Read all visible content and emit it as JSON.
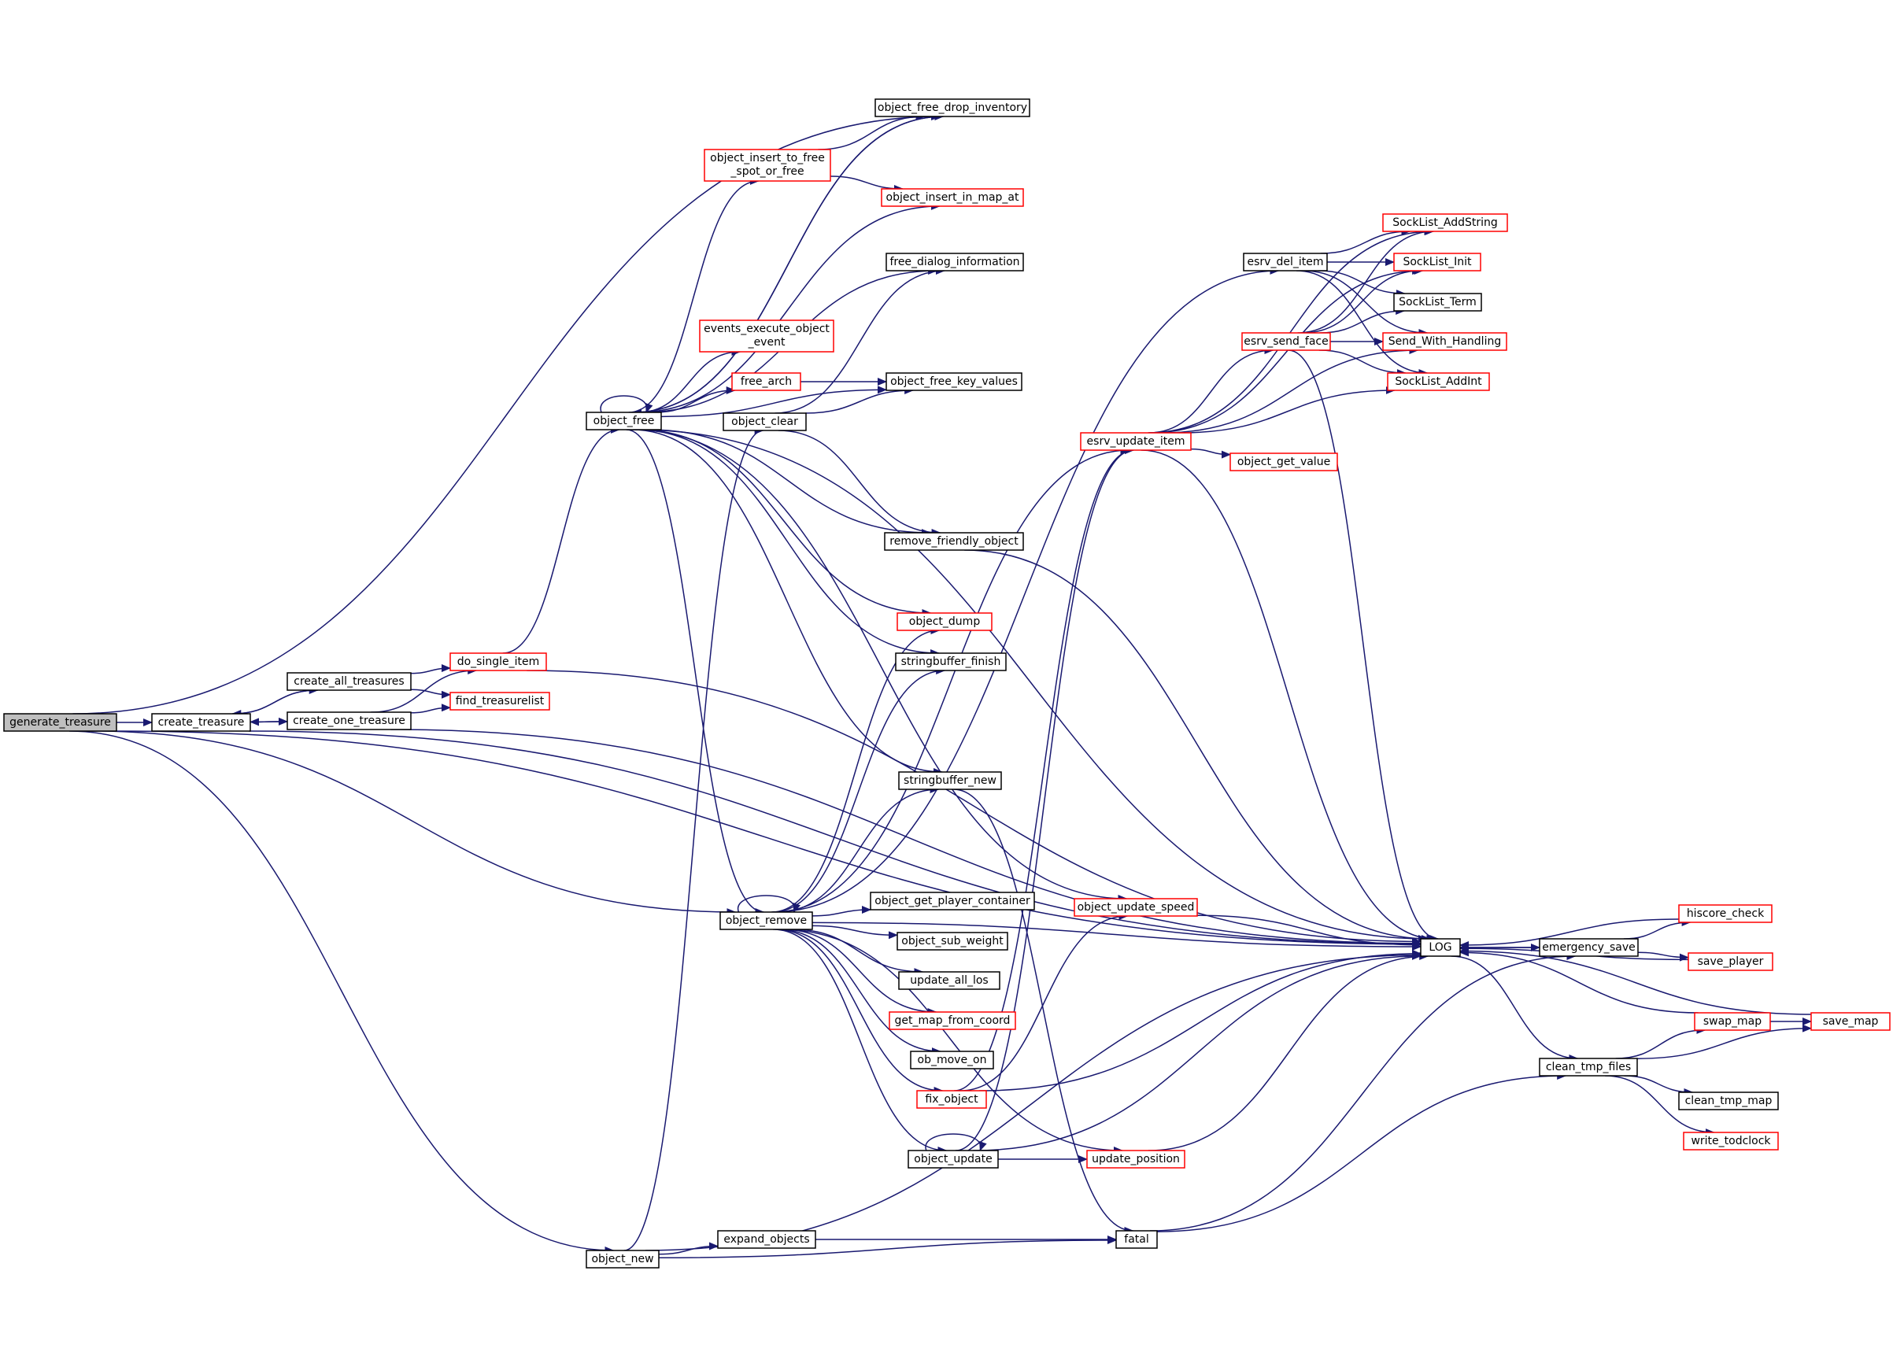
{
  "colors": {
    "edge": "#191970",
    "node_normal_border": "#000000",
    "node_truncated_border": "#ff0000",
    "root_fill": "#bfbfbf",
    "node_fill": "#ffffff"
  },
  "nodes": [
    {
      "id": "generate_treasure",
      "label": "generate_treasure",
      "style": "root"
    },
    {
      "id": "create_treasure",
      "label": "create_treasure",
      "style": "normal"
    },
    {
      "id": "create_all_treasures",
      "label": "create_all_treasures",
      "style": "normal"
    },
    {
      "id": "create_one_treasure",
      "label": "create_one_treasure",
      "style": "normal"
    },
    {
      "id": "do_single_item",
      "label": "do_single_item",
      "style": "truncated"
    },
    {
      "id": "find_treasurelist",
      "label": "find_treasurelist",
      "style": "truncated"
    },
    {
      "id": "object_free",
      "label": "object_free",
      "style": "normal"
    },
    {
      "id": "object_remove",
      "label": "object_remove",
      "style": "normal"
    },
    {
      "id": "object_new",
      "label": "object_new",
      "style": "normal"
    },
    {
      "id": "object_free_drop_inventory",
      "label": "object_free_drop_inventory",
      "style": "normal"
    },
    {
      "id": "object_insert_to_free_spot_or_free",
      "label": [
        "object_insert_to_free",
        "_spot_or_free"
      ],
      "style": "truncated"
    },
    {
      "id": "object_insert_in_map_at",
      "label": "object_insert_in_map_at",
      "style": "truncated"
    },
    {
      "id": "free_dialog_information",
      "label": "free_dialog_information",
      "style": "normal"
    },
    {
      "id": "events_execute_object_event",
      "label": [
        "events_execute_object",
        "_event"
      ],
      "style": "truncated"
    },
    {
      "id": "free_arch",
      "label": "free_arch",
      "style": "truncated"
    },
    {
      "id": "object_free_key_values",
      "label": "object_free_key_values",
      "style": "normal"
    },
    {
      "id": "object_clear",
      "label": "object_clear",
      "style": "normal"
    },
    {
      "id": "remove_friendly_object",
      "label": "remove_friendly_object",
      "style": "normal"
    },
    {
      "id": "object_dump",
      "label": "object_dump",
      "style": "truncated"
    },
    {
      "id": "stringbuffer_finish",
      "label": "stringbuffer_finish",
      "style": "normal"
    },
    {
      "id": "stringbuffer_new",
      "label": "stringbuffer_new",
      "style": "normal"
    },
    {
      "id": "object_get_player_container",
      "label": "object_get_player_container",
      "style": "normal"
    },
    {
      "id": "object_sub_weight",
      "label": "object_sub_weight",
      "style": "normal"
    },
    {
      "id": "update_all_los",
      "label": "update_all_los",
      "style": "normal"
    },
    {
      "id": "get_map_from_coord",
      "label": "get_map_from_coord",
      "style": "truncated"
    },
    {
      "id": "ob_move_on",
      "label": "ob_move_on",
      "style": "normal"
    },
    {
      "id": "fix_object",
      "label": "fix_object",
      "style": "truncated"
    },
    {
      "id": "object_update",
      "label": "object_update",
      "style": "normal"
    },
    {
      "id": "expand_objects",
      "label": "expand_objects",
      "style": "normal"
    },
    {
      "id": "fatal",
      "label": "fatal",
      "style": "normal"
    },
    {
      "id": "update_position",
      "label": "update_position",
      "style": "truncated"
    },
    {
      "id": "object_update_speed",
      "label": "object_update_speed",
      "style": "truncated"
    },
    {
      "id": "esrv_update_item",
      "label": "esrv_update_item",
      "style": "truncated"
    },
    {
      "id": "object_get_value",
      "label": "object_get_value",
      "style": "truncated"
    },
    {
      "id": "esrv_del_item",
      "label": "esrv_del_item",
      "style": "normal"
    },
    {
      "id": "esrv_send_face",
      "label": "esrv_send_face",
      "style": "truncated"
    },
    {
      "id": "SockList_AddString",
      "label": "SockList_AddString",
      "style": "truncated"
    },
    {
      "id": "SockList_Init",
      "label": "SockList_Init",
      "style": "truncated"
    },
    {
      "id": "SockList_Term",
      "label": "SockList_Term",
      "style": "normal"
    },
    {
      "id": "Send_With_Handling",
      "label": "Send_With_Handling",
      "style": "truncated"
    },
    {
      "id": "SockList_AddInt",
      "label": "SockList_AddInt",
      "style": "truncated"
    },
    {
      "id": "LOG",
      "label": "LOG",
      "style": "normal"
    },
    {
      "id": "emergency_save",
      "label": "emergency_save",
      "style": "normal"
    },
    {
      "id": "hiscore_check",
      "label": "hiscore_check",
      "style": "truncated"
    },
    {
      "id": "save_player",
      "label": "save_player",
      "style": "truncated"
    },
    {
      "id": "clean_tmp_files",
      "label": "clean_tmp_files",
      "style": "normal"
    },
    {
      "id": "swap_map",
      "label": "swap_map",
      "style": "truncated"
    },
    {
      "id": "save_map",
      "label": "save_map",
      "style": "truncated"
    },
    {
      "id": "clean_tmp_map",
      "label": "clean_tmp_map",
      "style": "normal"
    },
    {
      "id": "write_todclock",
      "label": "write_todclock",
      "style": "truncated"
    }
  ],
  "edges": [
    [
      "generate_treasure",
      "create_treasure"
    ],
    [
      "generate_treasure",
      "object_free_drop_inventory"
    ],
    [
      "generate_treasure",
      "LOG"
    ],
    [
      "generate_treasure",
      "object_remove"
    ],
    [
      "generate_treasure",
      "object_new"
    ],
    [
      "create_treasure",
      "create_all_treasures"
    ],
    [
      "create_treasure",
      "create_one_treasure"
    ],
    [
      "create_treasure",
      "LOG"
    ],
    [
      "create_all_treasures",
      "create_treasure"
    ],
    [
      "create_all_treasures",
      "do_single_item"
    ],
    [
      "create_all_treasures",
      "find_treasurelist"
    ],
    [
      "create_one_treasure",
      "create_treasure"
    ],
    [
      "create_one_treasure",
      "do_single_item"
    ],
    [
      "create_one_treasure",
      "find_treasurelist"
    ],
    [
      "create_one_treasure",
      "LOG"
    ],
    [
      "do_single_item",
      "object_free"
    ],
    [
      "do_single_item",
      "LOG"
    ],
    [
      "object_free",
      "object_free"
    ],
    [
      "object_free",
      "object_free_drop_inventory"
    ],
    [
      "object_free",
      "object_insert_to_free_spot_or_free"
    ],
    [
      "object_free",
      "object_insert_in_map_at"
    ],
    [
      "object_free",
      "free_dialog_information"
    ],
    [
      "object_free",
      "events_execute_object_event"
    ],
    [
      "object_free",
      "free_arch"
    ],
    [
      "object_free",
      "object_free_key_values"
    ],
    [
      "object_free",
      "LOG"
    ],
    [
      "object_free",
      "object_update_speed"
    ],
    [
      "object_free",
      "remove_friendly_object"
    ],
    [
      "object_free",
      "object_dump"
    ],
    [
      "object_free",
      "stringbuffer_finish"
    ],
    [
      "object_free",
      "stringbuffer_new"
    ],
    [
      "object_free",
      "object_remove"
    ],
    [
      "object_free_drop_inventory",
      "object_free"
    ],
    [
      "object_insert_to_free_spot_or_free",
      "object_free_drop_inventory"
    ],
    [
      "object_insert_to_free_spot_or_free",
      "object_insert_in_map_at"
    ],
    [
      "free_arch",
      "object_free_key_values"
    ],
    [
      "object_clear",
      "free_dialog_information"
    ],
    [
      "object_clear",
      "object_free_key_values"
    ],
    [
      "object_clear",
      "remove_friendly_object"
    ],
    [
      "remove_friendly_object",
      "LOG"
    ],
    [
      "stringbuffer_new",
      "fatal"
    ],
    [
      "object_remove",
      "object_remove"
    ],
    [
      "object_remove",
      "object_dump"
    ],
    [
      "object_remove",
      "stringbuffer_finish"
    ],
    [
      "object_remove",
      "stringbuffer_new"
    ],
    [
      "object_remove",
      "esrv_del_item"
    ],
    [
      "object_remove",
      "esrv_update_item"
    ],
    [
      "object_remove",
      "LOG"
    ],
    [
      "object_remove",
      "object_get_player_container"
    ],
    [
      "object_remove",
      "object_sub_weight"
    ],
    [
      "object_remove",
      "update_all_los"
    ],
    [
      "object_remove",
      "get_map_from_coord"
    ],
    [
      "object_remove",
      "ob_move_on"
    ],
    [
      "object_remove",
      "fix_object"
    ],
    [
      "object_remove",
      "object_update"
    ],
    [
      "object_remove",
      "update_position"
    ],
    [
      "object_new",
      "object_clear"
    ],
    [
      "object_new",
      "expand_objects"
    ],
    [
      "object_new",
      "fatal"
    ],
    [
      "object_new",
      "LOG"
    ],
    [
      "expand_objects",
      "fatal"
    ],
    [
      "fix_object",
      "esrv_update_item"
    ],
    [
      "fix_object",
      "object_update_speed"
    ],
    [
      "fix_object",
      "LOG"
    ],
    [
      "object_update",
      "object_update"
    ],
    [
      "object_update",
      "esrv_update_item"
    ],
    [
      "object_update",
      "LOG"
    ],
    [
      "object_update",
      "update_position"
    ],
    [
      "update_position",
      "LOG"
    ],
    [
      "object_update_speed",
      "LOG"
    ],
    [
      "fatal",
      "emergency_save"
    ],
    [
      "fatal",
      "clean_tmp_files"
    ],
    [
      "esrv_update_item",
      "SockList_AddString"
    ],
    [
      "esrv_update_item",
      "SockList_Init"
    ],
    [
      "esrv_update_item",
      "esrv_send_face"
    ],
    [
      "esrv_update_item",
      "Send_With_Handling"
    ],
    [
      "esrv_update_item",
      "SockList_AddInt"
    ],
    [
      "esrv_update_item",
      "object_get_value"
    ],
    [
      "esrv_update_item",
      "LOG"
    ],
    [
      "esrv_del_item",
      "SockList_AddString"
    ],
    [
      "esrv_del_item",
      "SockList_Init"
    ],
    [
      "esrv_del_item",
      "SockList_Term"
    ],
    [
      "esrv_del_item",
      "Send_With_Handling"
    ],
    [
      "esrv_del_item",
      "SockList_AddInt"
    ],
    [
      "esrv_send_face",
      "SockList_AddString"
    ],
    [
      "esrv_send_face",
      "SockList_Init"
    ],
    [
      "esrv_send_face",
      "SockList_Term"
    ],
    [
      "esrv_send_face",
      "Send_With_Handling"
    ],
    [
      "esrv_send_face",
      "SockList_AddInt"
    ],
    [
      "esrv_send_face",
      "LOG"
    ],
    [
      "LOG",
      "emergency_save"
    ],
    [
      "LOG",
      "clean_tmp_files"
    ],
    [
      "emergency_save",
      "hiscore_check"
    ],
    [
      "emergency_save",
      "save_player"
    ],
    [
      "emergency_save",
      "LOG"
    ],
    [
      "hiscore_check",
      "LOG"
    ],
    [
      "save_player",
      "LOG"
    ],
    [
      "clean_tmp_files",
      "swap_map"
    ],
    [
      "clean_tmp_files",
      "save_map"
    ],
    [
      "clean_tmp_files",
      "clean_tmp_map"
    ],
    [
      "clean_tmp_files",
      "write_todclock"
    ],
    [
      "swap_map",
      "save_map"
    ],
    [
      "swap_map",
      "LOG"
    ],
    [
      "save_map",
      "LOG"
    ]
  ]
}
